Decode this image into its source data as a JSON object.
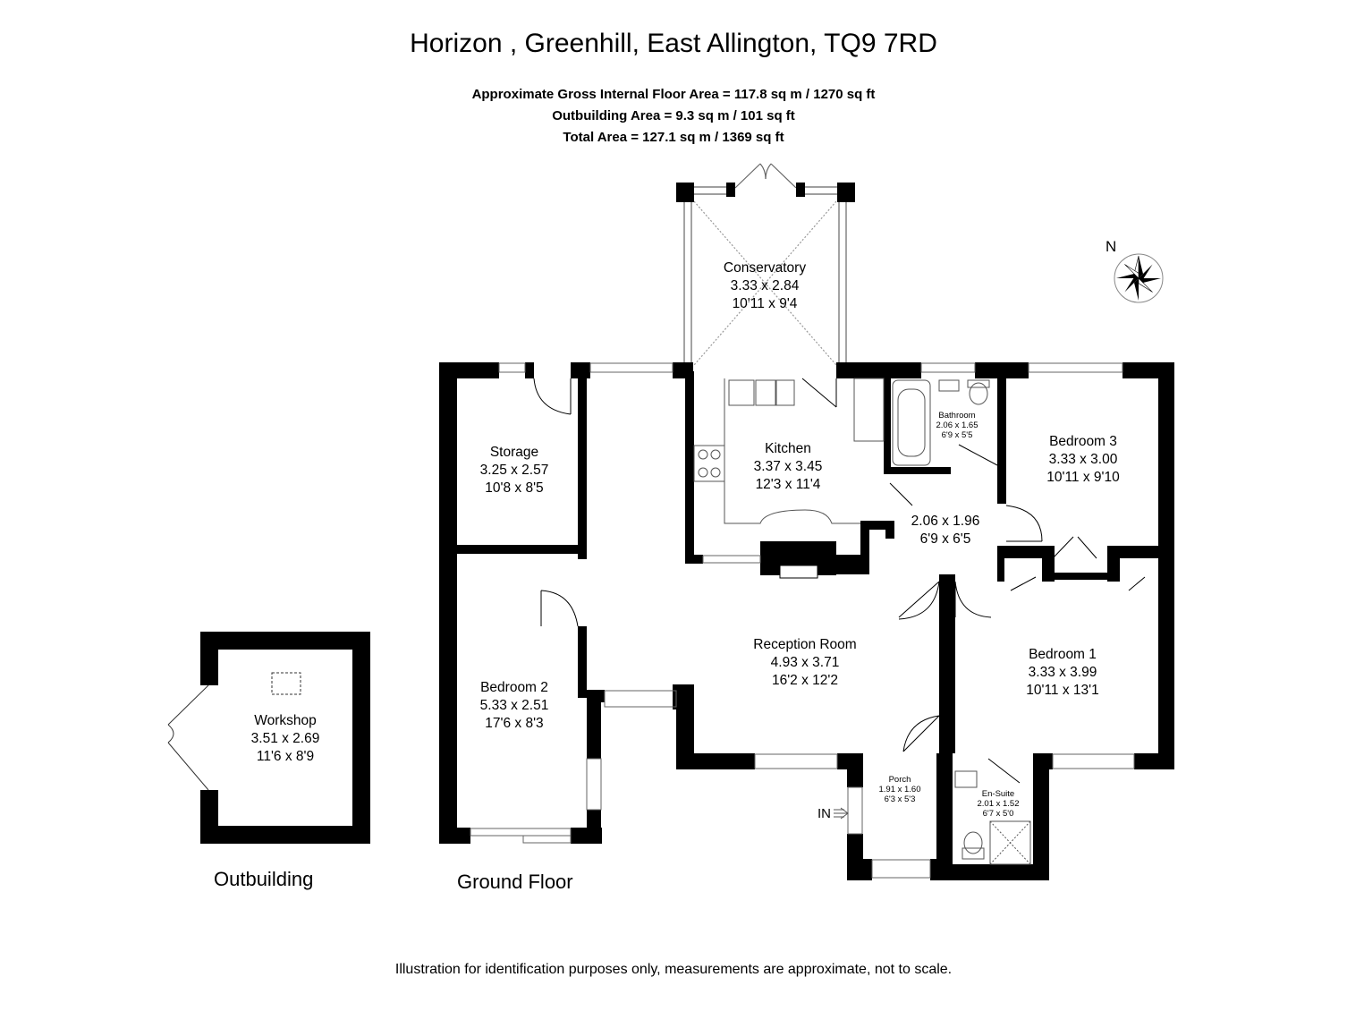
{
  "header": {
    "title": "Horizon , Greenhill, East Allington, TQ9 7RD",
    "gross_internal": "Approximate Gross Internal Floor Area  = 117.8 sq m  / 1270 sq ft",
    "outbuilding_area": "Outbuilding Area = 9.3 sq m  / 101 sq ft",
    "total_area": "Total Area = 127.1 sq m  / 1369 sq ft"
  },
  "compass": {
    "label": "N",
    "icon": "compass-rose-icon"
  },
  "rooms": {
    "conservatory": {
      "name": "Conservatory",
      "metric": "3.33 x 2.84",
      "imperial": "10'11 x 9'4"
    },
    "storage": {
      "name": "Storage",
      "metric": "3.25 x 2.57",
      "imperial": "10'8 x 8'5"
    },
    "kitchen": {
      "name": "Kitchen",
      "metric": "3.37 x 3.45",
      "imperial": "12'3 x 11'4"
    },
    "bathroom": {
      "name": "Bathroom",
      "metric": "2.06 x 1.65",
      "imperial": "6'9 x 5'5"
    },
    "bedroom3": {
      "name": "Bedroom 3",
      "metric": "3.33 x 3.00",
      "imperial": "10'11 x 9'10"
    },
    "hall": {
      "metric": "2.06 x 1.96",
      "imperial": "6'9 x 6'5"
    },
    "reception": {
      "name": "Reception Room",
      "metric": "4.93 x 3.71",
      "imperial": "16'2 x 12'2"
    },
    "bedroom2": {
      "name": "Bedroom 2",
      "metric": "5.33 x 2.51",
      "imperial": "17'6 x 8'3"
    },
    "bedroom1": {
      "name": "Bedroom 1",
      "metric": "3.33 x 3.99",
      "imperial": "10'11 x 13'1"
    },
    "porch": {
      "name": "Porch",
      "metric": "1.91 x 1.60",
      "imperial": "6'3 x 5'3"
    },
    "ensuite": {
      "name": "En-Suite",
      "metric": "2.01 x 1.52",
      "imperial": "6'7 x 5'0"
    },
    "workshop": {
      "name": "Workshop",
      "metric": "3.51 x 2.69",
      "imperial": "11'6 x 8'9"
    }
  },
  "entrance_label": "IN",
  "sections": {
    "outbuilding": "Outbuilding",
    "ground_floor": "Ground Floor"
  },
  "footer": "Illustration for identification purposes only, measurements are approximate, not to scale.",
  "colors": {
    "wall": "#000000",
    "window": "#7a7a7a",
    "background": "#ffffff"
  }
}
